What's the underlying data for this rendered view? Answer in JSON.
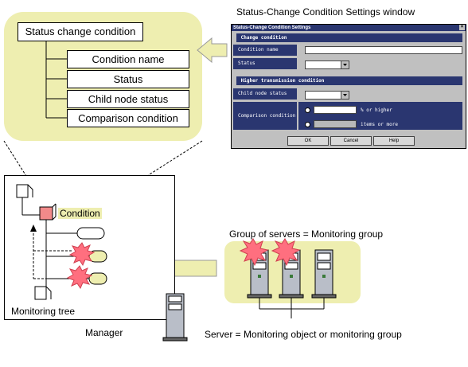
{
  "window_caption": "Status-Change Condition Settings window",
  "callout": {
    "root": "Status change condition",
    "children": [
      "Condition name",
      "Status",
      "Child node status",
      "Comparison condition"
    ]
  },
  "dialog": {
    "title": "Status-Change Condition Settings",
    "close_glyph": "×",
    "section1": "Change condition",
    "condition_name_label": "Condition name",
    "status_label": "Status",
    "section2": "Higher transmission condition",
    "child_node_status_label": "Child node status",
    "comparison_label": "Comparison condition",
    "or_higher": "% or higher",
    "items_or_more": "items or more",
    "ok": "OK",
    "cancel": "Cancel",
    "help": "Help"
  },
  "manager": {
    "condition_label": "Condition",
    "tree_label": "Monitoring tree",
    "caption": "Manager"
  },
  "group_caption": "Group of servers = Monitoring group",
  "server_caption": "Server = Monitoring object or monitoring group",
  "colors": {
    "callout_bg": "#eeeeb0",
    "dialog_section": "#2a3670",
    "burst": "#ff6f7f",
    "condition_square": "#f28a8a"
  }
}
